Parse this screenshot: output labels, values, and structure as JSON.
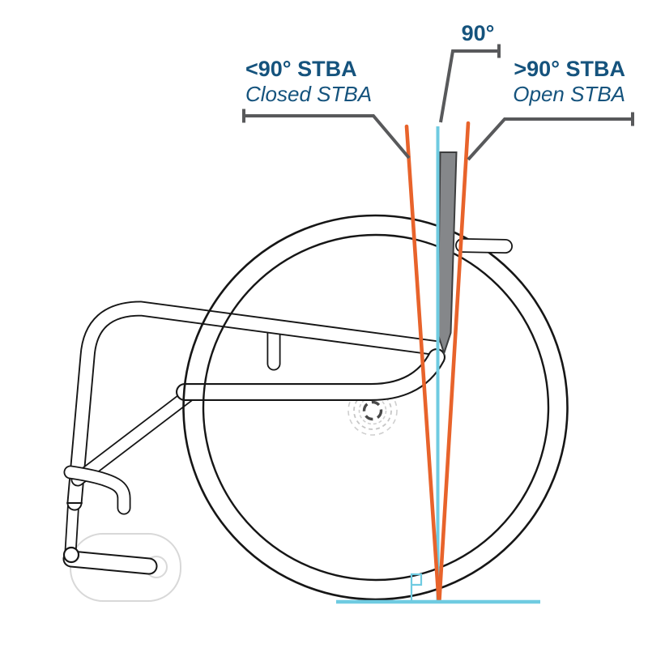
{
  "diagram": {
    "subject": "wheelchair seat-to-backrest angle (STBA) diagram",
    "labels": {
      "vertical_reference_angle": "90°",
      "closed": {
        "headline": "<90° STBA",
        "subline": "Closed STBA"
      },
      "open": {
        "headline": ">90° STBA",
        "subline": "Open STBA"
      }
    },
    "colors": {
      "label_text": "#15537D",
      "leader_gray": "#58595B",
      "angle_line_orange": "#E8632B",
      "reference_line_cyan": "#6FCBE1",
      "backrest_fill": "#85878A",
      "drawing_line": "#161616",
      "ghost_gray": "#D8D8D8"
    }
  }
}
